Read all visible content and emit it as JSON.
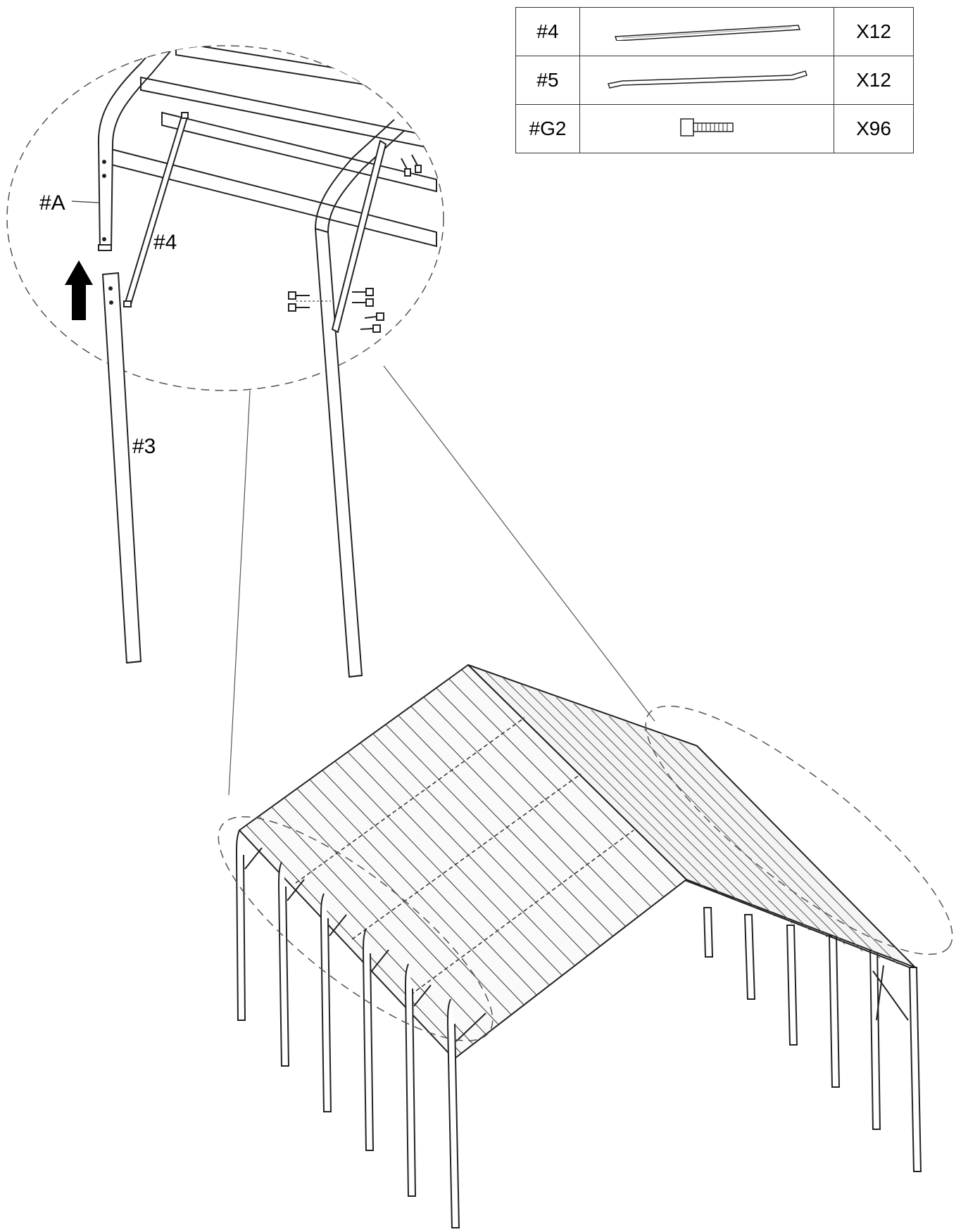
{
  "parts_table": {
    "rows": [
      {
        "code": "#4",
        "icon": "brace-bar-icon",
        "qty": "X12"
      },
      {
        "code": "#5",
        "icon": "angled-brace-icon",
        "qty": "X12"
      },
      {
        "code": "#G2",
        "icon": "hex-bolt-icon",
        "qty": "X96"
      }
    ]
  },
  "callouts": {
    "a": "#A",
    "four": "#4",
    "three": "#3"
  },
  "colors": {
    "line": "#000000",
    "background": "#ffffff"
  }
}
